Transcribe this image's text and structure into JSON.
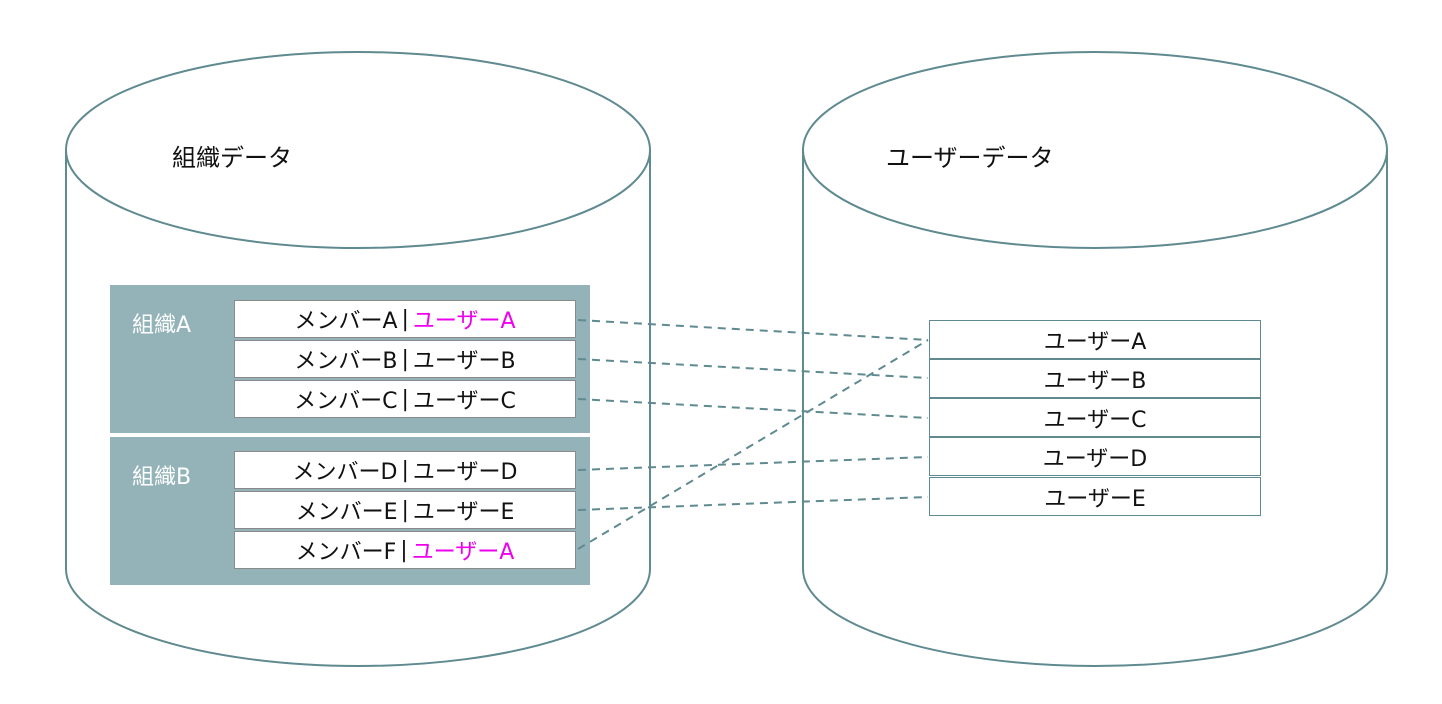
{
  "org_db": {
    "title": "組織データ",
    "orgs": [
      {
        "label": "組織A",
        "members": [
          {
            "member": "メンバーA",
            "user": "ユーザーA",
            "duplicate": true
          },
          {
            "member": "メンバーB",
            "user": "ユーザーB",
            "duplicate": false
          },
          {
            "member": "メンバーC",
            "user": "ユーザーC",
            "duplicate": false
          }
        ]
      },
      {
        "label": "組織B",
        "members": [
          {
            "member": "メンバーD",
            "user": "ユーザーD",
            "duplicate": false
          },
          {
            "member": "メンバーE",
            "user": "ユーザーE",
            "duplicate": false
          },
          {
            "member": "メンバーF",
            "user": "ユーザーA",
            "duplicate": true
          }
        ]
      }
    ]
  },
  "user_db": {
    "title": "ユーザーデータ",
    "users": [
      "ユーザーA",
      "ユーザーB",
      "ユーザーC",
      "ユーザーD",
      "ユーザーE"
    ]
  },
  "separator": "|",
  "links": [
    {
      "from": "メンバーA",
      "to": "ユーザーA"
    },
    {
      "from": "メンバーB",
      "to": "ユーザーB"
    },
    {
      "from": "メンバーC",
      "to": "ユーザーC"
    },
    {
      "from": "メンバーD",
      "to": "ユーザーD"
    },
    {
      "from": "メンバーE",
      "to": "ユーザーE"
    },
    {
      "from": "メンバーF",
      "to": "ユーザーA"
    }
  ],
  "colors": {
    "cylinder_stroke": "#5f8a90",
    "org_panel": "#93b3b8",
    "highlight": "#ee00ee",
    "link": "#5f8a90"
  }
}
